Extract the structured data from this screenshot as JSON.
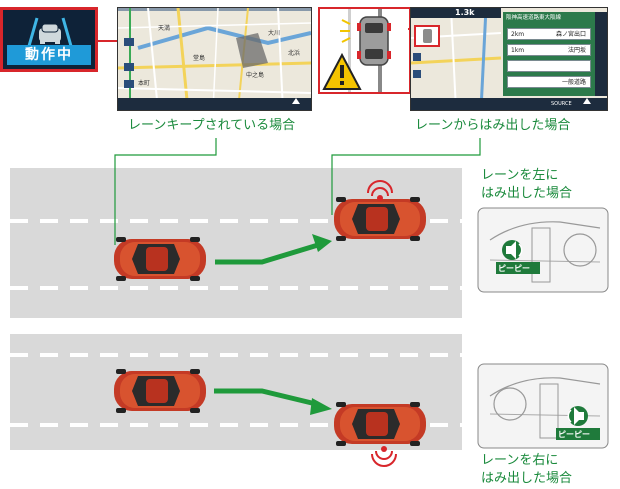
{
  "captions": {
    "keeping": "レーンキープされている場合",
    "departure": "レーンからはみ出した場合",
    "left_departure_line1": "レーンを左に",
    "left_departure_line2": "はみ出した場合",
    "right_departure_line1": "レーンを右に",
    "right_departure_line2": "はみ出した場合"
  },
  "status_indicator": {
    "label": "動作中"
  },
  "beep_labels": {
    "left": "ピーピー",
    "right": "ピーピー"
  },
  "nav_screen_1": {
    "place_labels": [
      "大川",
      "天満",
      "堂島",
      "中之島",
      "北浜",
      "本町"
    ]
  },
  "nav_screen_2": {
    "distance": "1.3k",
    "panel_title": "阪神高速道路東大阪線",
    "routes": [
      {
        "label": "森ノ宮出口",
        "distance": "2km"
      },
      {
        "label": "法円坂",
        "distance": "1km"
      },
      {
        "label": "",
        "distance": ""
      },
      {
        "label": "一般道路",
        "distance": ""
      }
    ],
    "source_label": "SOURCE"
  },
  "colors": {
    "road": "#d9d9d9",
    "lane_marking": "#ffffff",
    "car_body": "#c43a25",
    "arrow": "#1f9a3b",
    "caption_text": "#1a8a3c",
    "highlight_border": "#d8262b",
    "status_blue": "#1f9ad8"
  }
}
